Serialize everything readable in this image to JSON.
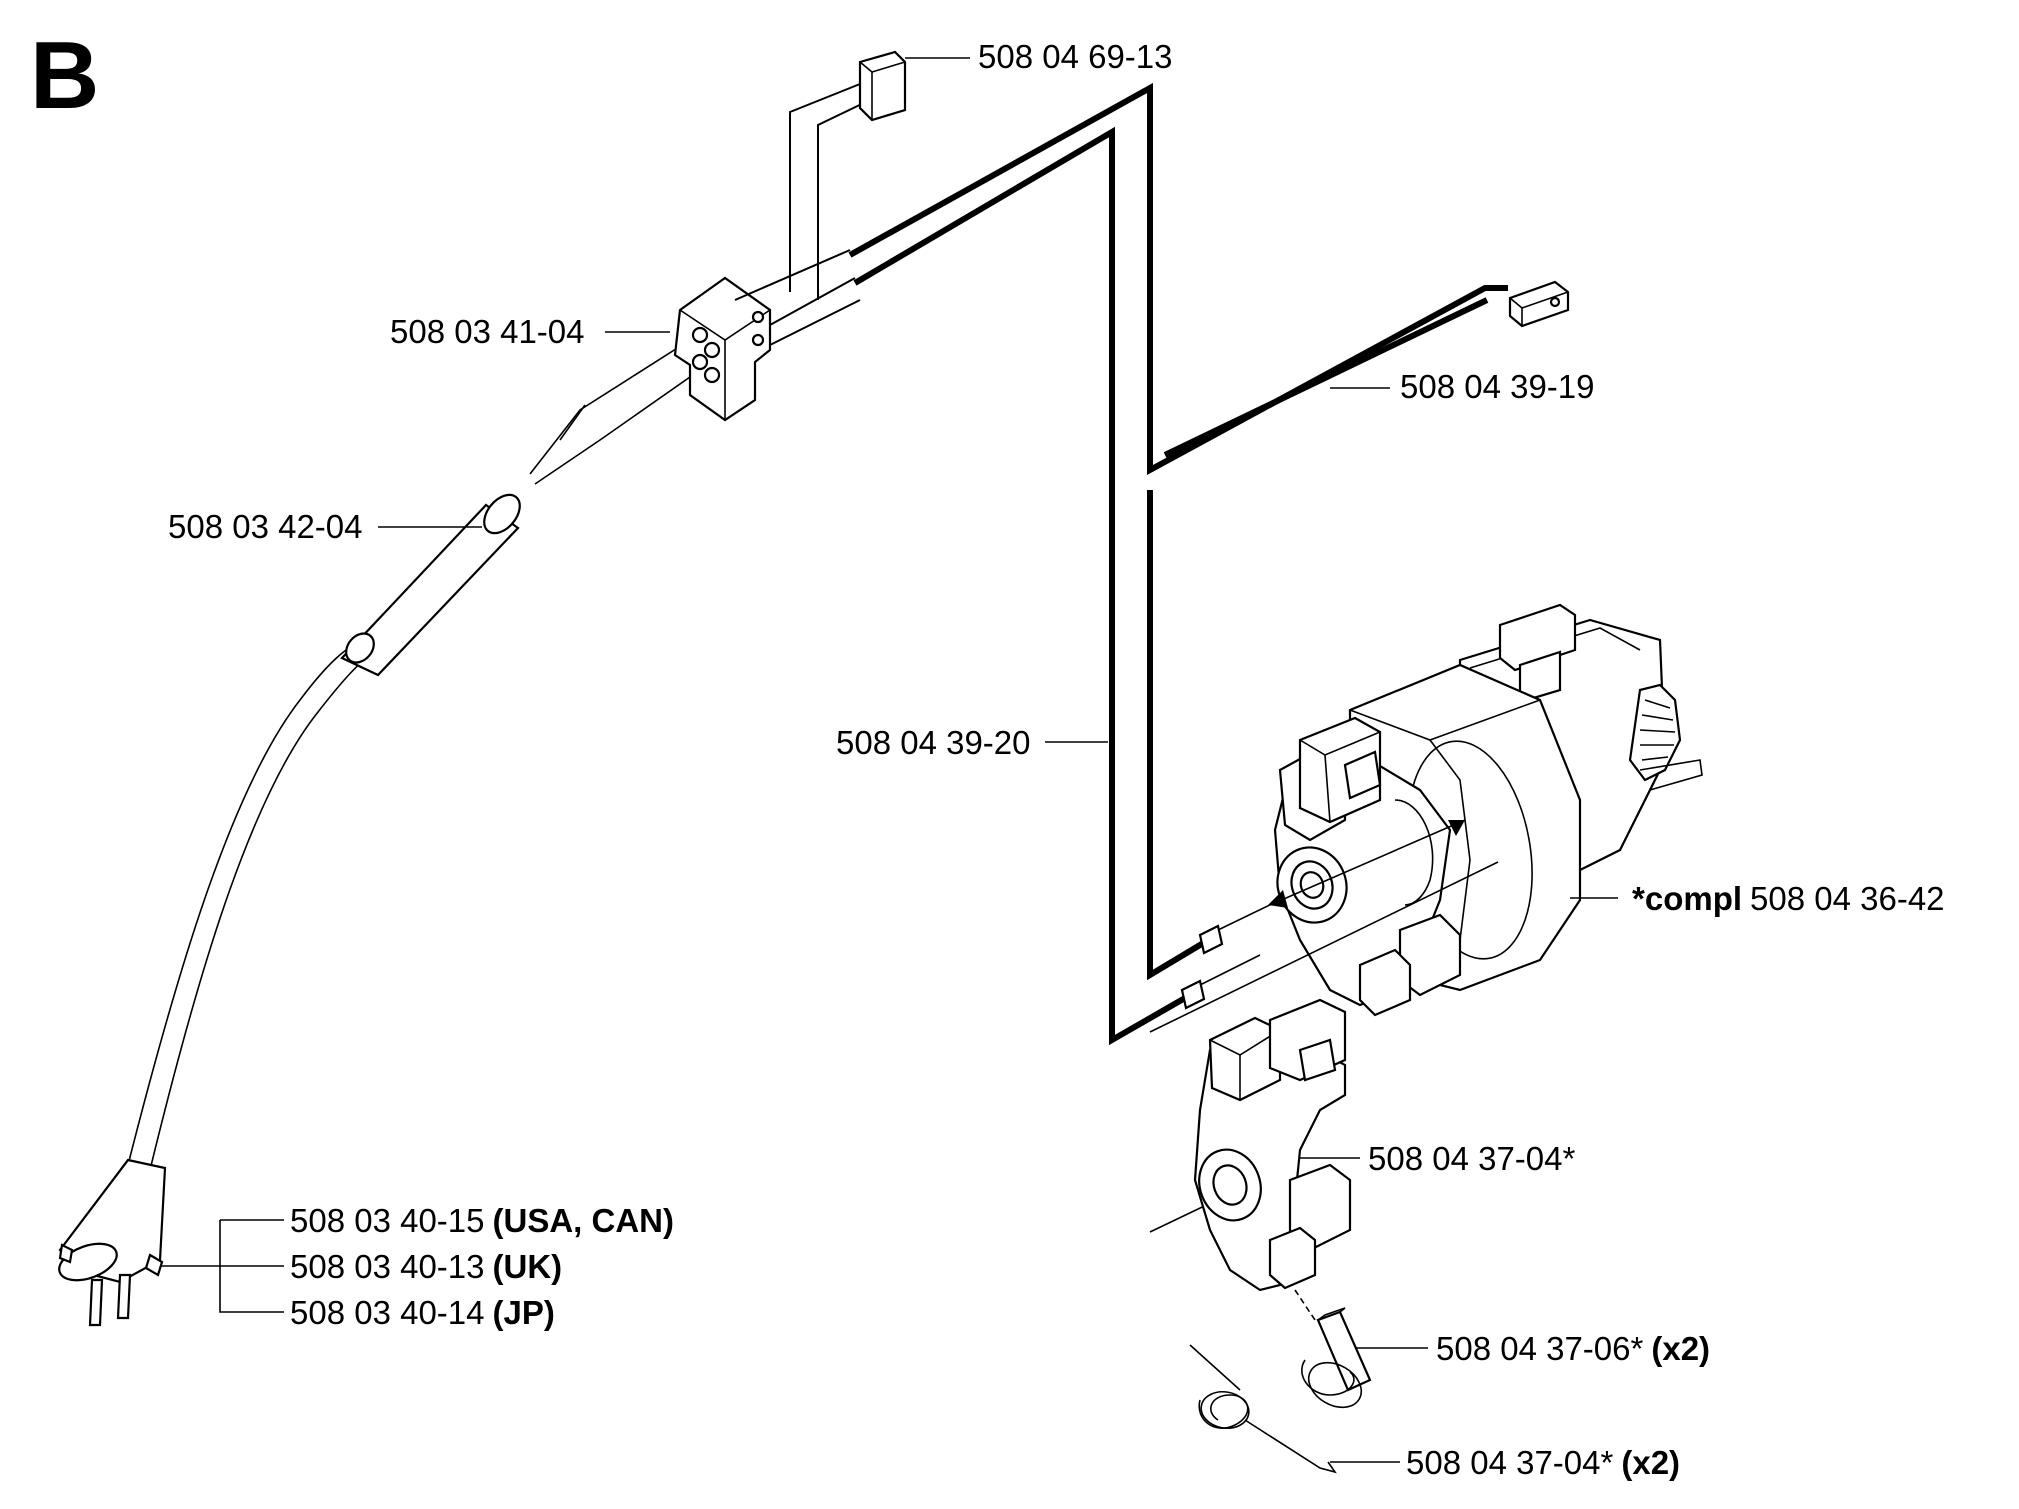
{
  "section_letter": "B",
  "labels": {
    "connector_top": {
      "part": "508 04 69-13"
    },
    "switch": {
      "part": "508 03 41-04"
    },
    "cable_right": {
      "part": "508 04 39-19"
    },
    "cable_sleeve": {
      "part": "508 03 42-04"
    },
    "cable_center": {
      "part": "508 04 39-20"
    },
    "motor": {
      "prefix": "*compl",
      "part": "508 04 36-42"
    },
    "brush_holder": {
      "part": "508 04 37-04*"
    },
    "plug_usa": {
      "part": "508 03 40-15",
      "suffix": "(USA, CAN)"
    },
    "plug_uk": {
      "part": "508 03 40-13",
      "suffix": "(UK)"
    },
    "plug_jp": {
      "part": "508 03 40-14",
      "suffix": "(JP)"
    },
    "brush": {
      "part": "508 04 37-06*",
      "suffix": "(x2)"
    },
    "spring": {
      "part": "508 04 37-04*",
      "suffix": "(x2)"
    }
  }
}
